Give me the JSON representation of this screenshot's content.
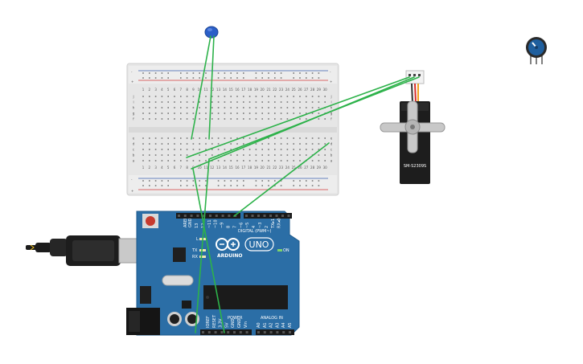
{
  "circuit": {
    "breadboard": {
      "rail_plus": "+",
      "rail_minus": "-",
      "column_numbers": [
        "1",
        "2",
        "3",
        "4",
        "5",
        "6",
        "7",
        "8",
        "9",
        "10",
        "11",
        "12",
        "13",
        "14",
        "15",
        "16",
        "17",
        "18",
        "19",
        "20",
        "21",
        "22",
        "23",
        "24",
        "25",
        "26",
        "27",
        "28",
        "29",
        "30"
      ],
      "row_letters_top": [
        "j",
        "i",
        "h",
        "g",
        "f"
      ],
      "row_letters_bottom": [
        "e",
        "d",
        "c",
        "b",
        "a"
      ]
    },
    "servo": {
      "model_label": "SM-S2309S"
    },
    "arduino": {
      "logo_text": "ARDUINO",
      "uno_text": "UNO",
      "on_label": "ON",
      "digital_label": "DIGITAL (PWM~)",
      "power_label": "POWER",
      "analog_label": "ANALOG IN",
      "aref_label": "AREF",
      "gnd_label": "GND",
      "led_l": "L",
      "led_tx": "TX",
      "led_rx": "RX",
      "digital_pins": [
        "13",
        "12",
        "~11",
        "~10",
        "~9",
        "8",
        "7",
        "~6",
        "~5",
        "4",
        "~3",
        "2",
        "TX▸1",
        "RX◂0"
      ],
      "power_pins": [
        "IOREF",
        "RESET",
        "3.3V",
        "5V",
        "GND",
        "GND",
        "Vin"
      ],
      "analog_pins": [
        "A0",
        "A1",
        "A2",
        "A3",
        "A4",
        "A5"
      ]
    },
    "colors": {
      "board_blue": "#2b6ea6",
      "breadboard": "#e8e8e8",
      "wire_green": "#2db24a",
      "potentiometer": "#1f5f9e",
      "capacitor": "#2b5fc8"
    }
  }
}
